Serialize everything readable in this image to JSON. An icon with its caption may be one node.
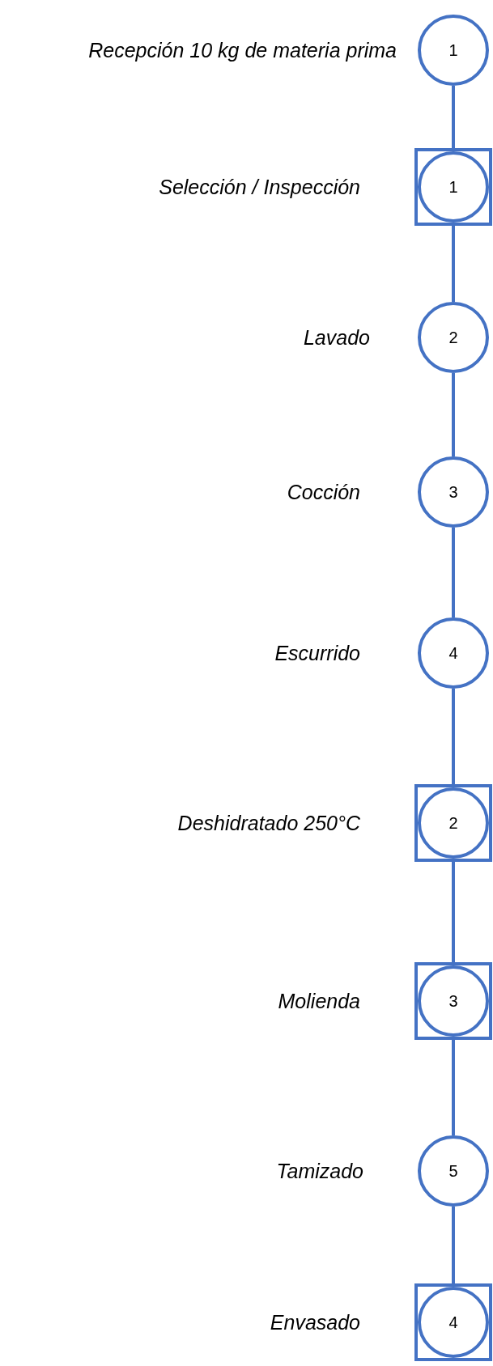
{
  "diagram": {
    "nodes": [
      {
        "text": [
          "1"
        ],
        "beside": [
          "Recepción 10 kg de materia prima"
        ]
      },
      {
        "text": [],
        "shape": "box"
      },
      {
        "text": [
          "1"
        ],
        "in": 1,
        "beside": [
          "Selección / Inspección"
        ]
      },
      {
        "text": [
          "2"
        ],
        "beside": [
          "Lavado"
        ]
      },
      {
        "text": [
          "3"
        ],
        "beside": [
          "Cocción"
        ]
      },
      {
        "text": [
          "4"
        ],
        "beside": [
          "Escurrido"
        ]
      },
      {
        "text": [],
        "shape": "box"
      },
      {
        "text": [
          "2"
        ],
        "in": 6,
        "beside": [
          "Deshidratado 250°C"
        ]
      },
      {
        "text": [],
        "shape": "box"
      },
      {
        "text": [
          "3"
        ],
        "in": 8,
        "beside": [
          "Molienda"
        ]
      },
      {
        "text": [
          "5"
        ],
        "beside": [
          "Tamizado"
        ]
      },
      {
        "text": [],
        "shape": "box"
      },
      {
        "text": [
          "4"
        ],
        "in": 11,
        "beside": [
          "Envasado"
        ]
      }
    ],
    "edges": [
      {
        "from": 0,
        "to": 1,
        "arrow": "none"
      },
      {
        "from": 1,
        "to": 3,
        "arrow": "none"
      },
      {
        "from": 3,
        "to": 4,
        "arrow": "none"
      },
      {
        "from": 4,
        "to": 5,
        "arrow": "none"
      },
      {
        "from": 5,
        "to": 6,
        "arrow": "none"
      },
      {
        "from": 6,
        "to": 8,
        "arrow": "none"
      },
      {
        "from": 8,
        "to": 10,
        "arrow": "none"
      },
      {
        "from": 10,
        "to": 11,
        "arrow": "none"
      }
    ]
  }
}
